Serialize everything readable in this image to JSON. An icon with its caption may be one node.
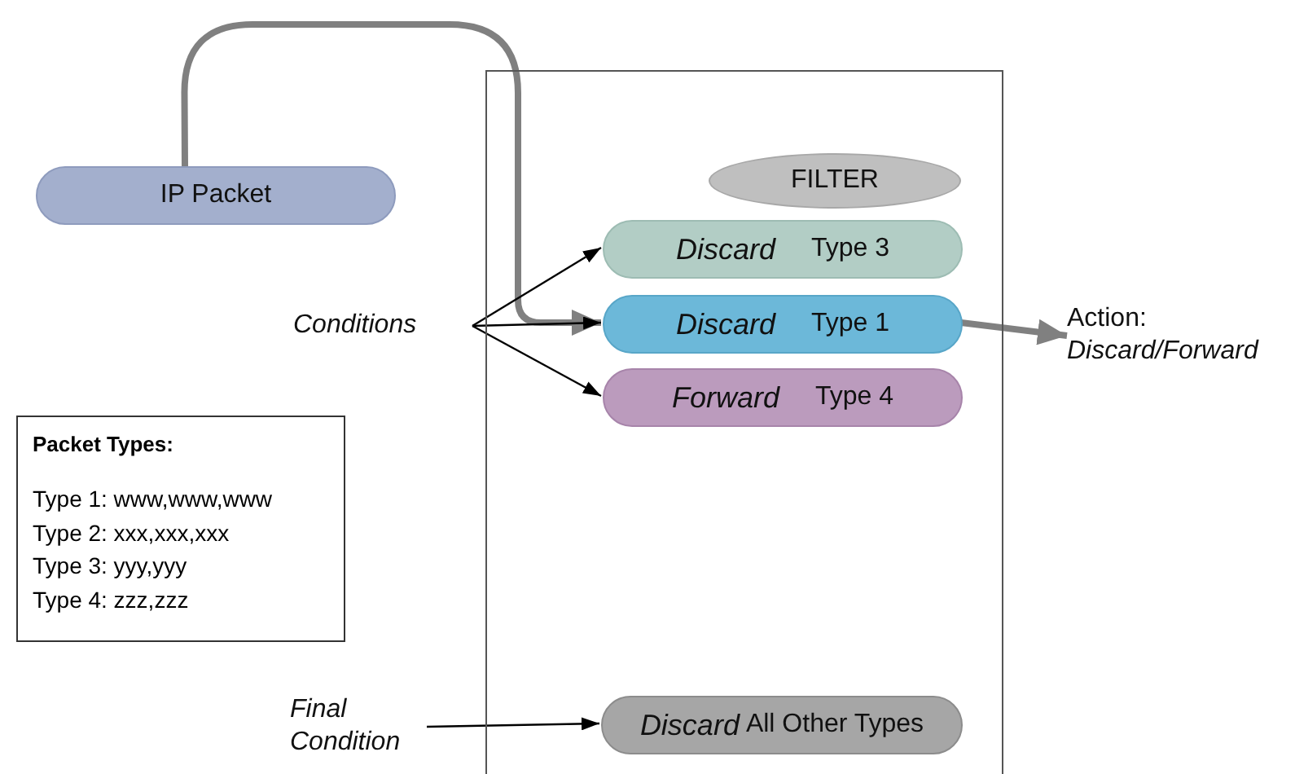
{
  "diagram": {
    "nodes": [
      {
        "text": [
          "IP Packet"
        ]
      },
      {
        "text": [],
        "shape": "box"
      },
      {
        "text": [
          "FILTER"
        ],
        "in": 1
      },
      {
        "text": [
          "Discard",
          "Type 3"
        ],
        "in": 1
      },
      {
        "text": [
          "Discard",
          "Type 1"
        ],
        "in": 1
      },
      {
        "text": [
          "Forward",
          "Type 4"
        ],
        "in": 1
      },
      {
        "text": [
          "Discard",
          "All Other Types"
        ],
        "in": 1
      },
      {
        "text": [
          "Conditions"
        ]
      },
      {
        "text": [
          "Action:",
          "Discard/Forward"
        ]
      },
      {
        "text": [
          "Packet Types:",
          "Type 1: www,www,www",
          "Type 2: xxx,xxx,xxx",
          "Type 3: yyy,yyy",
          "Type 4: zzz,zzz"
        ]
      },
      {
        "text": [
          "Final Condition"
        ]
      }
    ],
    "edges": [
      {
        "from": 0,
        "to": 4,
        "arrow": "to",
        "style": "thick",
        "color": "#808080"
      },
      {
        "from": 7,
        "to": 3,
        "arrow": "to"
      },
      {
        "from": 7,
        "to": 4,
        "arrow": "to"
      },
      {
        "from": 7,
        "to": 5,
        "arrow": "to"
      },
      {
        "from": 4,
        "to": 8,
        "arrow": "to",
        "style": "thick",
        "color": "#808080"
      },
      {
        "from": 10,
        "to": 6,
        "arrow": "to"
      }
    ]
  }
}
